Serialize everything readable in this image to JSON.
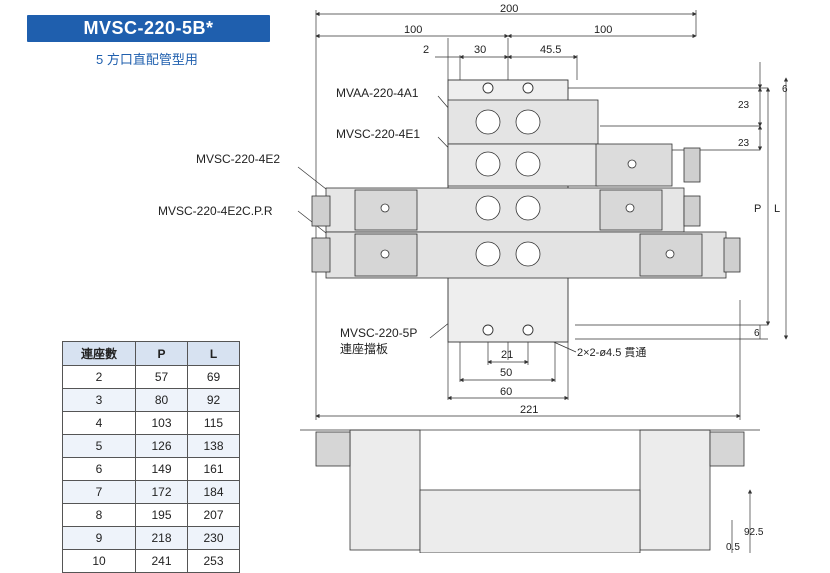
{
  "title": "MVSC-220-5B*",
  "subtitle": "5 方口直配管型用",
  "table": {
    "headers": [
      "連座數",
      "P",
      "L"
    ],
    "rows": [
      [
        "2",
        "57",
        "69"
      ],
      [
        "3",
        "80",
        "92"
      ],
      [
        "4",
        "103",
        "115"
      ],
      [
        "5",
        "126",
        "138"
      ],
      [
        "6",
        "149",
        "161"
      ],
      [
        "7",
        "172",
        "184"
      ],
      [
        "8",
        "195",
        "207"
      ],
      [
        "9",
        "218",
        "230"
      ],
      [
        "10",
        "241",
        "253"
      ]
    ]
  },
  "dims": {
    "overall_width": "200",
    "left_half": "100",
    "right_half": "100",
    "d2": "2",
    "d30": "30",
    "d45_5": "45.5",
    "d23a": "23",
    "d23b": "23",
    "d6_top": "6",
    "p": "P",
    "l": "L",
    "d6_bottom": "6",
    "d21": "21",
    "d50": "50",
    "d60": "60",
    "d221": "221",
    "d92_5": "92.5",
    "d_partial": "0.5"
  },
  "labels": {
    "mvaa": "MVAA-220-4A1",
    "mvsc_e1": "MVSC-220-4E1",
    "mvsc_e2": "MVSC-220-4E2",
    "mvsc_e2c": "MVSC-220-4E2C.P.R",
    "mvsc_5p": "MVSC-220-5P",
    "end_plate": "連座擋板",
    "holes": "2×2-ø4.5 貫通"
  },
  "colors": {
    "title_bg": "#1f5fae",
    "table_header": "#d7e2f1",
    "line": "#333333"
  }
}
